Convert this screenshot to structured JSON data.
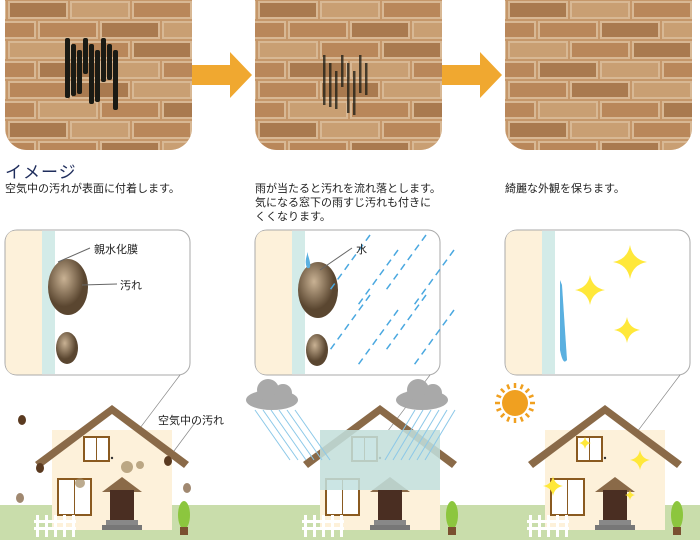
{
  "title": "イメージ",
  "captions": [
    "空気中の汚れが表面に付着します。",
    "雨が当たると汚れを流れ落とします。\n気になる窓下の雨すじ汚れも付きに\nくくなります。",
    "綺麗な外観を保ちます。"
  ],
  "labels": {
    "film": "親水化膜",
    "dirt": "汚れ",
    "water": "水",
    "airborne_dirt": "空気中の汚れ"
  },
  "colors": {
    "arrow": "#F0A830",
    "title": "#1F2D5C",
    "wall_beige": "#FDF1DA",
    "film_teal": "#D3EBE8",
    "ground": "#C9DDAB",
    "roof": "#8A6A48",
    "sparkle": "#FFE83A",
    "sun": "#F0A020"
  }
}
